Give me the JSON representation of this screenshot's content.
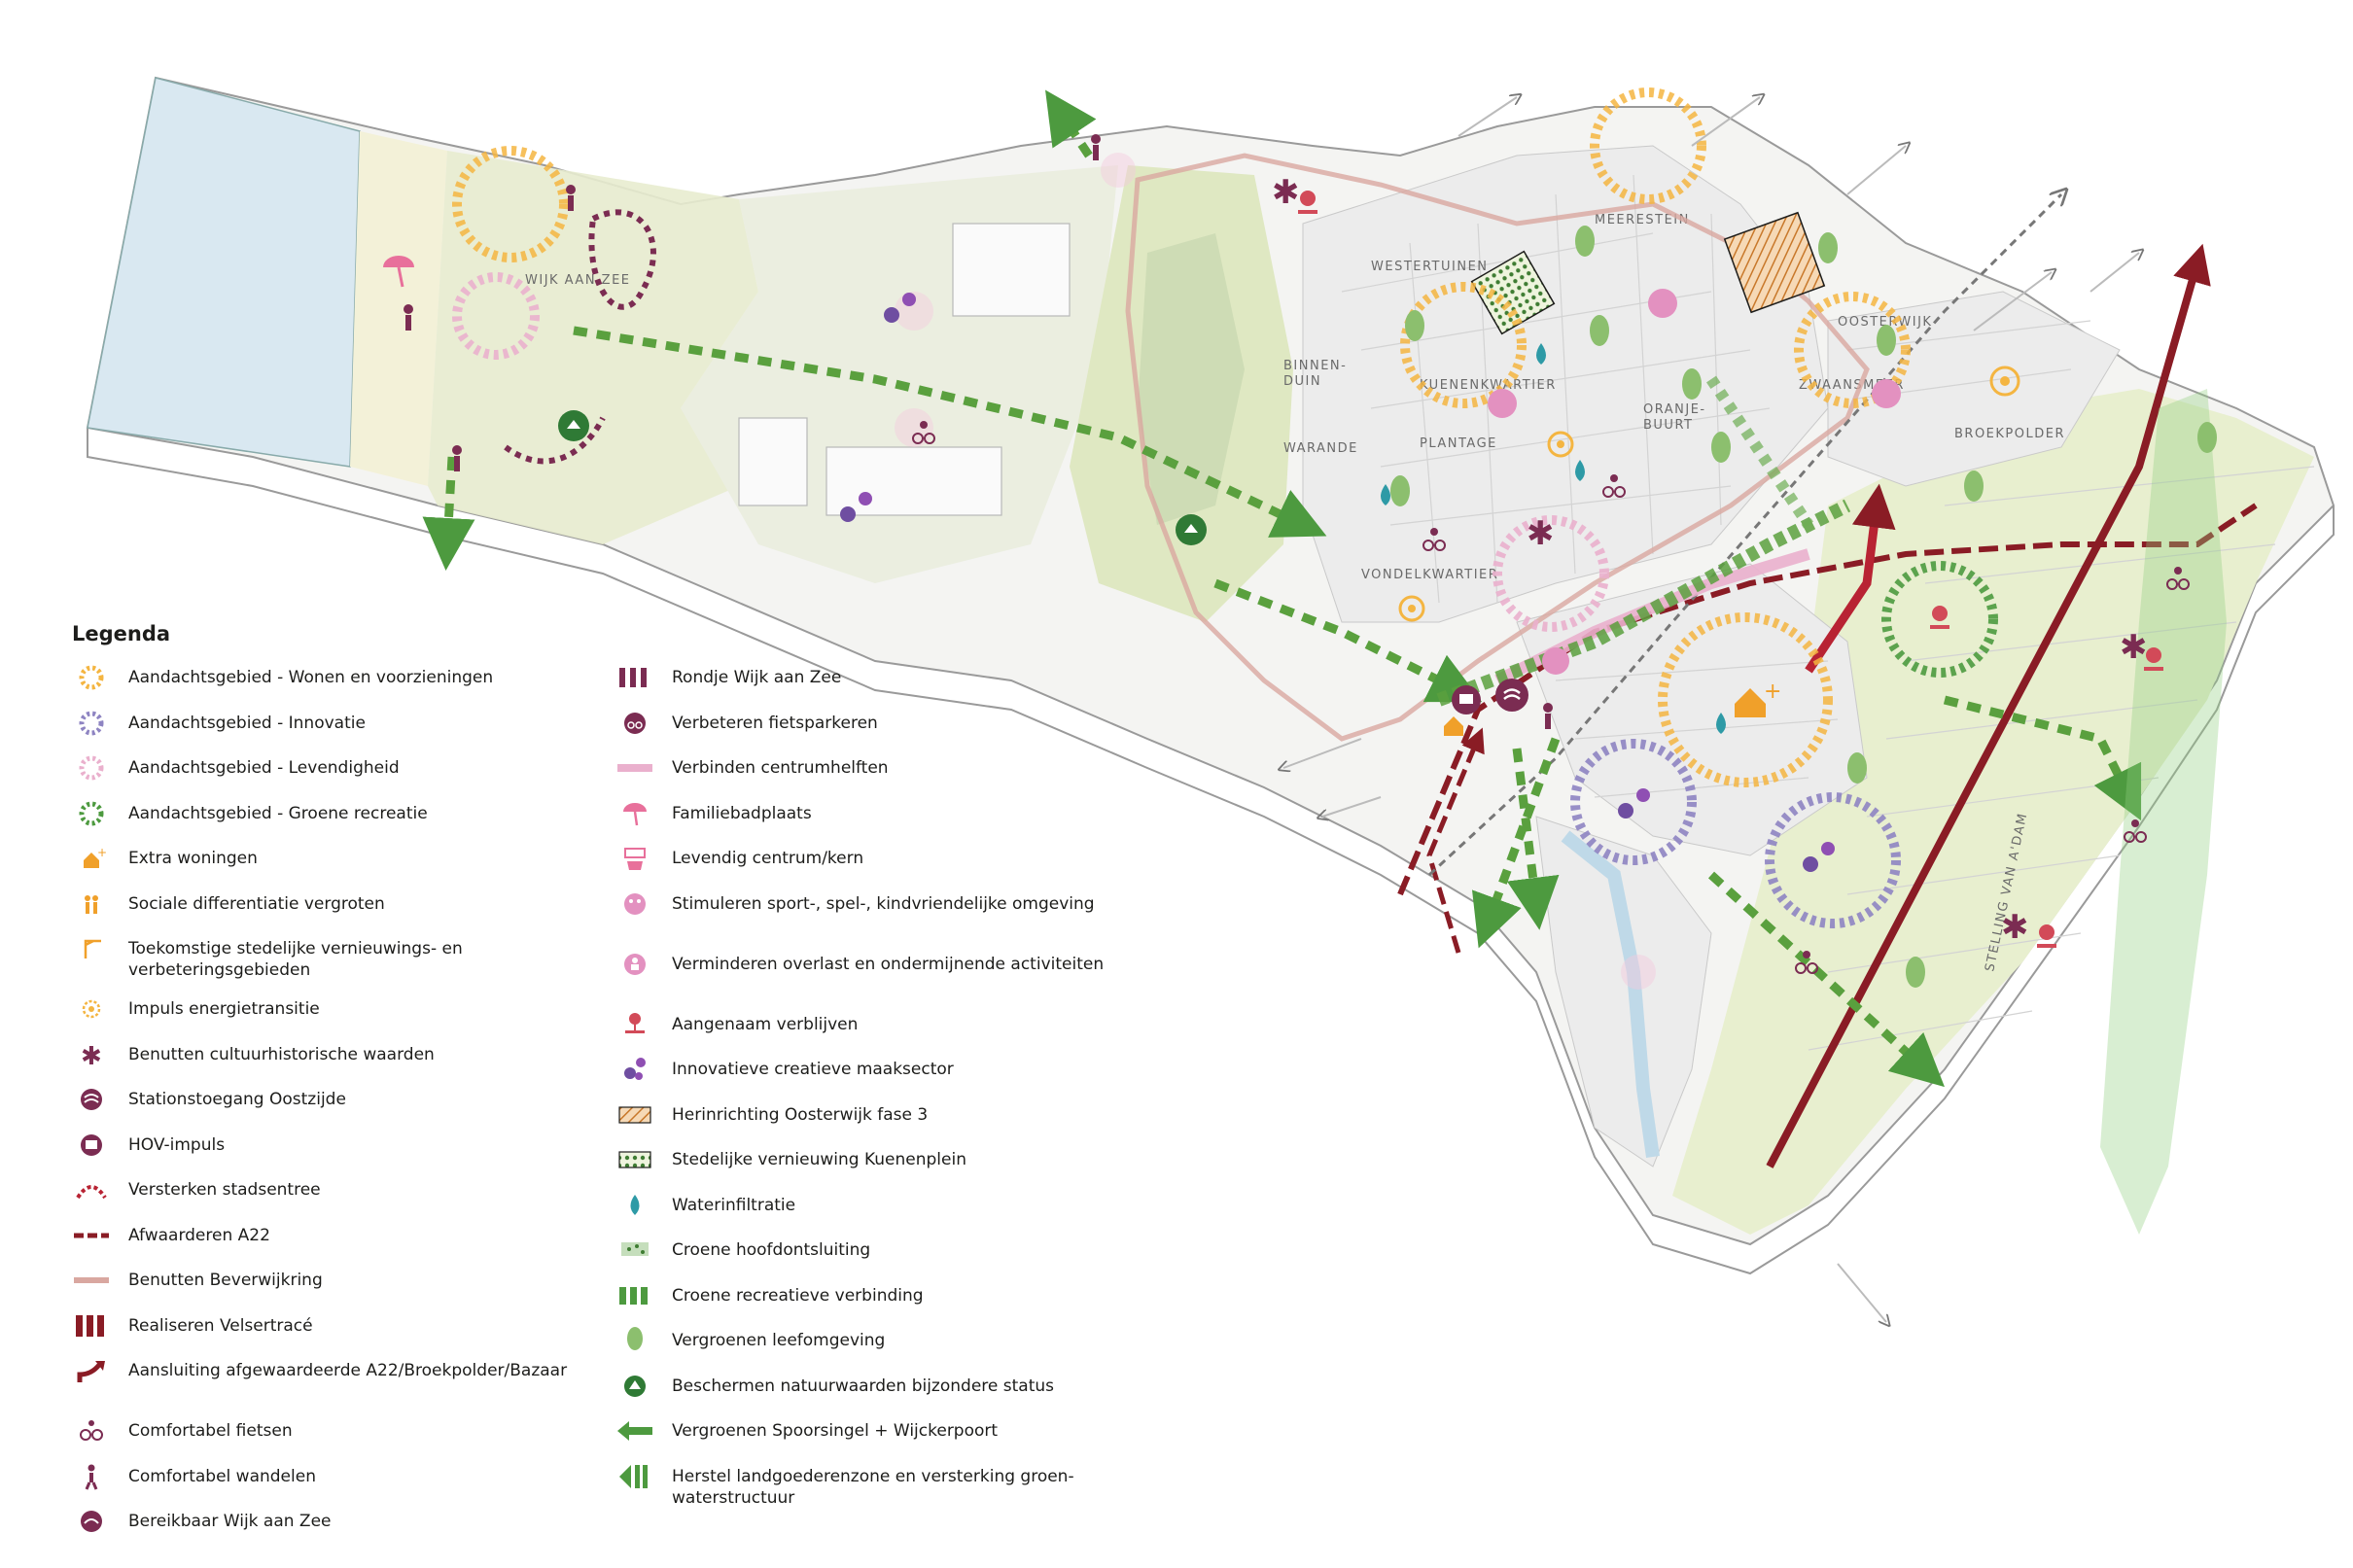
{
  "colors": {
    "sea": "#d9e8f1",
    "beach": "#f3f1d8",
    "green_area": "#e4edc7",
    "built": "#efefef",
    "yellow": "#f4b541",
    "purple": "#8e84c2",
    "pink": "#eab0cd",
    "green": "#4d9a3f",
    "darkred": "#8a1c25",
    "maroon": "#7b2c52",
    "rose": "#d9a7a0"
  },
  "map_labels": {
    "wijk_aan_zee": "WIJK AAN ZEE",
    "westertuinen": "WESTERTUINEN",
    "meerestein": "MEERESTEIN",
    "binnenduin": "BINNEN-\nDUIN",
    "kuenenkwartier": "KUENENKWARTIER",
    "plantage": "PLANTAGE",
    "warande": "WARANDE",
    "oranjebuurt": "ORANJE-\nBUURT",
    "vondelkwartier": "VONDELKWARTIER",
    "oosterwijk": "OOSTERWIJK",
    "zwaansmeer": "ZWAANSMEER",
    "broekpolder": "BROEKPOLDER",
    "stelling_van_amsterdam": "STELLING VAN A'DAM"
  },
  "legend": {
    "title": "Legenda",
    "column1": [
      {
        "icon": "ring-yellow-icon",
        "label": "Aandachtsgebied - Wonen en voorzieningen"
      },
      {
        "icon": "ring-purple-icon",
        "label": "Aandachtsgebied - Innovatie"
      },
      {
        "icon": "ring-pink-icon",
        "label": "Aandachtsgebied - Levendigheid"
      },
      {
        "icon": "ring-green-icon",
        "label": "Aandachtsgebied - Groene recreatie"
      },
      {
        "icon": "house-plus-icon",
        "label": "Extra woningen"
      },
      {
        "icon": "people-icon",
        "label": "Sociale differentiatie vergroten"
      },
      {
        "icon": "crane-icon",
        "label": "Toekomstige stedelijke vernieuwings- en verbeteringsgebieden"
      },
      {
        "icon": "sun-plug-icon",
        "label": "Impuls energietransitie"
      },
      {
        "icon": "asterisk-icon",
        "label": "Benutten cultuurhistorische waarden"
      },
      {
        "icon": "station-icon",
        "label": "Stationstoegang Oostzijde"
      },
      {
        "icon": "bus-icon",
        "label": "HOV-impuls"
      },
      {
        "icon": "city-entrance-icon",
        "label": "Versterken stadsentree"
      },
      {
        "icon": "dashed-red-line-icon",
        "label": "Afwaarderen A22"
      },
      {
        "icon": "rose-line-icon",
        "label": "Benutten Beverwijkring"
      },
      {
        "icon": "red-bars-icon",
        "label": "Realiseren Velsertracé"
      },
      {
        "icon": "curved-arrow-icon",
        "label": "Aansluiting afgewaardeerde A22/Broekpolder/Bazaar"
      },
      {
        "icon": "bicycle-icon",
        "label": "Comfortabel fietsen"
      },
      {
        "icon": "walker-icon",
        "label": "Comfortabel wandelen"
      },
      {
        "icon": "beach-access-icon",
        "label": "Bereikbaar Wijk aan Zee"
      }
    ],
    "column2": [
      {
        "icon": "maroon-bars-icon",
        "label": "Rondje Wijk aan Zee"
      },
      {
        "icon": "bike-parking-icon",
        "label": "Verbeteren fietsparkeren"
      },
      {
        "icon": "pink-line-icon",
        "label": "Verbinden centrumhelften"
      },
      {
        "icon": "umbrella-icon",
        "label": "Familiebadplaats"
      },
      {
        "icon": "basket-cup-icon",
        "label": "Levendig centrum/kern"
      },
      {
        "icon": "kids-icon",
        "label": "Stimuleren sport-, spel-, kindvriendelijke omgeving"
      },
      {
        "icon": "shield-person-icon",
        "label": "Verminderen overlast en ondermijnende activiteiten"
      },
      {
        "icon": "bench-tree-icon",
        "label": "Aangenaam verblijven"
      },
      {
        "icon": "bulb-gears-icon",
        "label": "Innovatieve creatieve maaksector"
      },
      {
        "icon": "hatched-orange-icon",
        "label": "Herinrichting Oosterwijk fase 3"
      },
      {
        "icon": "dotted-green-icon",
        "label": "Stedelijke vernieuwing Kuenenplein"
      },
      {
        "icon": "water-drop-icon",
        "label": "Waterinfiltratie"
      },
      {
        "icon": "green-sprinkle-icon",
        "label": "Croene hoofdontsluiting"
      },
      {
        "icon": "green-bars-icon",
        "label": "Croene recreatieve verbinding"
      },
      {
        "icon": "tree-icon",
        "label": "Vergroenen leefomgeving"
      },
      {
        "icon": "nature-protect-icon",
        "label": "Beschermen natuurwaarden bijzondere status"
      },
      {
        "icon": "green-arrow-icon",
        "label": "Vergroenen Spoorsingel + Wijckerpoort"
      },
      {
        "icon": "green-big-arrow-icon",
        "label": "Herstel landgoederenzone en versterking groen-waterstructuur"
      }
    ]
  }
}
